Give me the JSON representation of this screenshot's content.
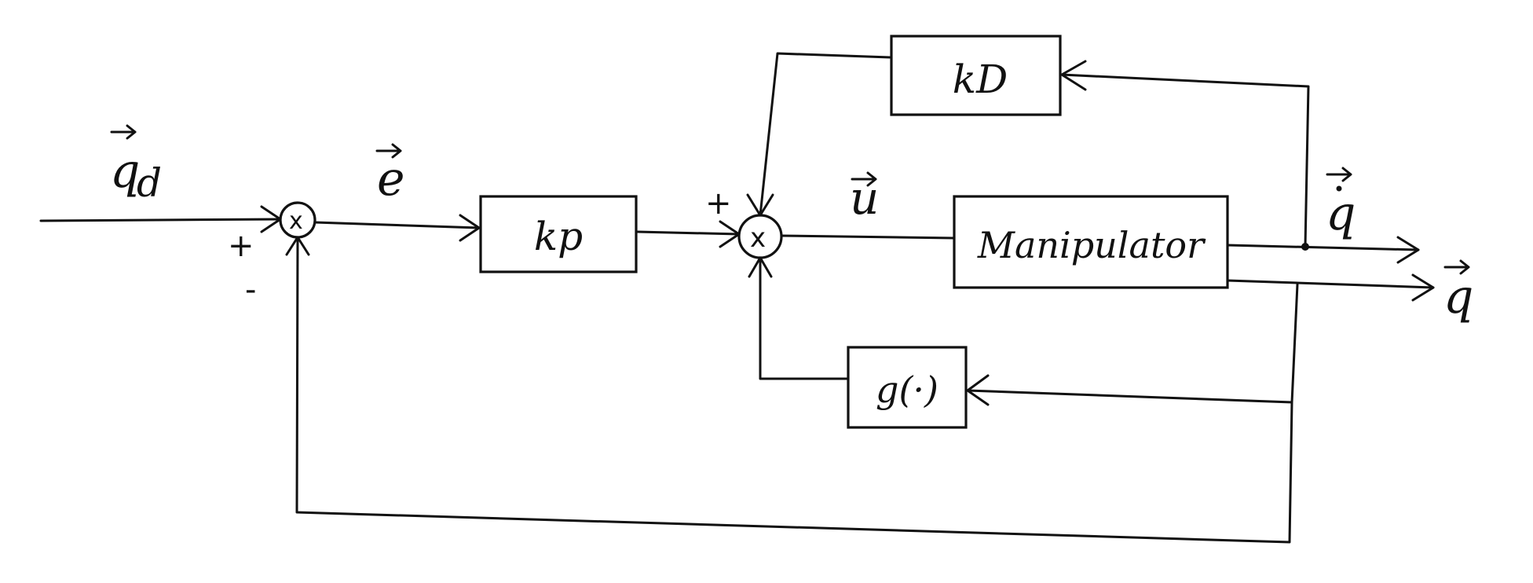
{
  "blocks": {
    "kp": "kp",
    "kd": "kD",
    "manipulator": "Manipulator",
    "gravity": "g(·)"
  },
  "signals": {
    "qd": "q",
    "qd_sub": "d",
    "e": "e",
    "u": "u",
    "qdot": "q",
    "q": "q"
  },
  "junctions": {
    "sum1": "x",
    "sum2": "x"
  },
  "signs": {
    "sum1_plus": "+",
    "sum1_minus": "-",
    "sum2_plus": "+"
  },
  "colors": {
    "ink": "#111111",
    "background": "#ffffff"
  }
}
